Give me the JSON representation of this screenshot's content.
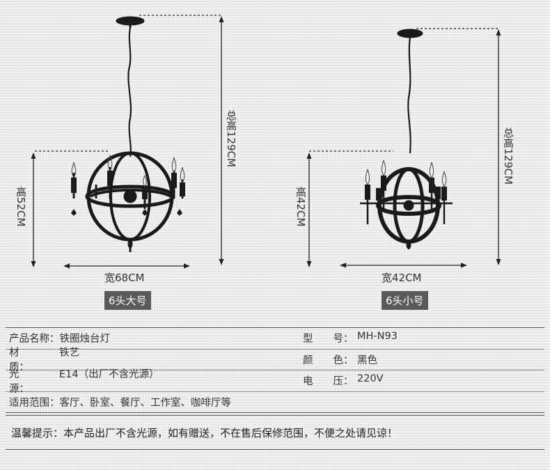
{
  "large": {
    "height_label": "高52CM",
    "total_label": "总高129CM",
    "width_label": "宽68CM",
    "badge": "6头大号"
  },
  "small": {
    "height_label": "高42CM",
    "total_label": "总高129CM",
    "width_label": "宽42CM",
    "badge": "6头小号"
  },
  "specs": {
    "name_label": "产品名称：",
    "name_value": "铁圈烛台灯",
    "model_label": "型　　号：",
    "model_value": "MH-N93",
    "material_label": "材　　质：",
    "material_value": "铁艺",
    "color_label": "颜　　色：",
    "color_value": "黑色",
    "light_label": "光　　源：",
    "light_value": "E14（出厂不含光源）",
    "voltage_label": "电　　压：",
    "voltage_value": "220V",
    "scope_label": "适用范围：",
    "scope_value": "客厅、卧室、餐厅、工作室、咖啡厅等"
  },
  "notice": "温馨提示：本产品出厂不含光源，如有赠送，不在售后保修范围，不便之处请见谅！",
  "colors": {
    "lamp": "#1a1a1a",
    "dim_line": "#222222",
    "badge_bg": "#5a5a5a"
  },
  "icons": [
    "chandelier-large-image",
    "chandelier-small-image",
    "dimension-arrows"
  ]
}
